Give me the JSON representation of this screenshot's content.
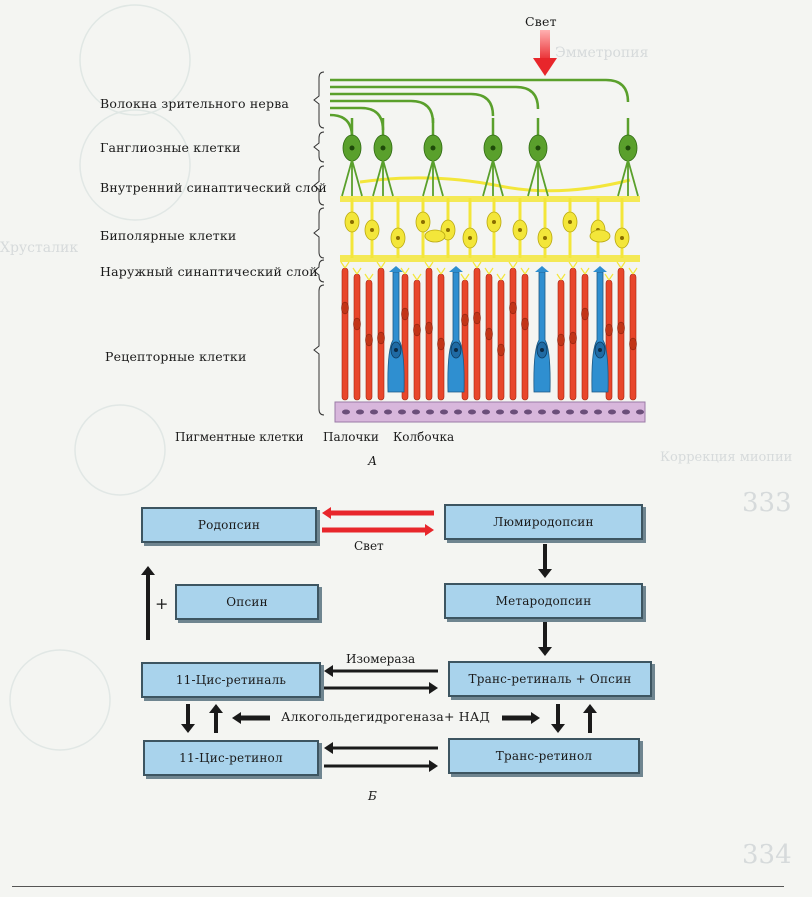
{
  "diagram_a": {
    "light_label": "Свет",
    "layers": {
      "optic_fibers": "Волокна зрительного нерва",
      "ganglion": "Ганглиозные клетки",
      "inner_synaptic": "Внутренний синаптический слой",
      "bipolar": "Биполярные клетки",
      "outer_synaptic": "Наружный синаптический слой",
      "receptor": "Рецепторные клетки"
    },
    "bottom_labels": {
      "pigment": "Пигментные клетки",
      "rods": "Палочки",
      "cone": "Колбочка"
    },
    "caption": "А",
    "colors": {
      "ganglion": "#5aa02c",
      "bipolar": "#f3e63a",
      "rod": "#e8462b",
      "cone": "#2f8fd0",
      "pigment": "#d8b7dc",
      "light_arrow": "#e8262b"
    }
  },
  "diagram_b": {
    "boxes": {
      "rhodopsin": "Родопсин",
      "lumirhodopsin": "Люмиродопсин",
      "opsin": "Опсин",
      "metarhodopsin": "Метародопсин",
      "cis_retinal": "11-Цис-ретиналь",
      "trans_retinal_opsin": "Транс-ретиналь  + Опсин",
      "cis_retinol": "11-Цис-ретинол",
      "trans_retinol": "Транс-ретинол"
    },
    "plus": "+",
    "light_label": "Свет",
    "isomerase_label": "Изомераза",
    "dehydrogenase_label": "Алкогольдегидрогеназа+ НАД",
    "caption": "Б",
    "colors": {
      "box_fill": "#a9d3ec",
      "light_arrow": "#e8262b"
    }
  }
}
